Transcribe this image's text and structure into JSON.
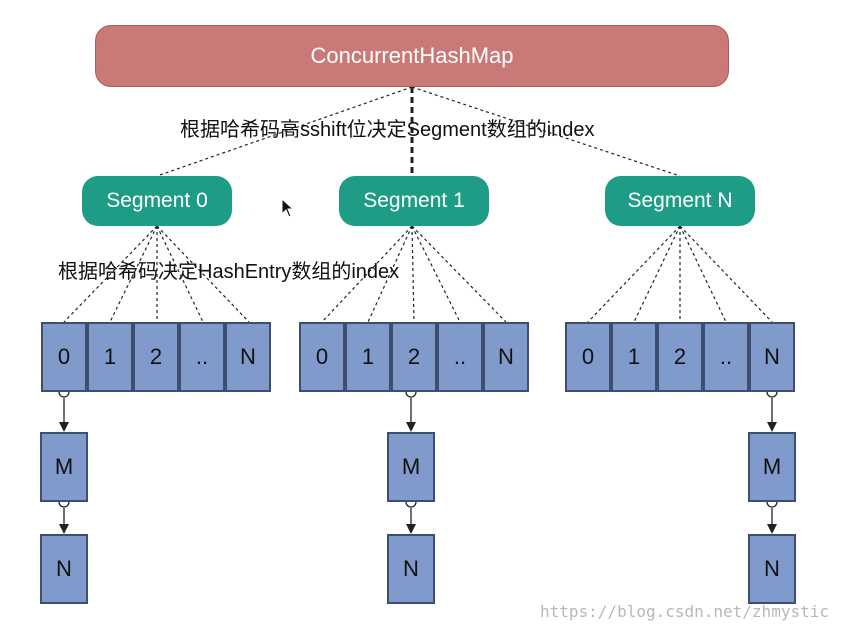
{
  "top": {
    "label": "ConcurrentHashMap"
  },
  "labels": {
    "segment_index": "根据哈希码高sshift位决定Segment数组的index",
    "entry_index": "根据哈希码决定HashEntry数组的index"
  },
  "segments": [
    {
      "label": "Segment 0",
      "cells": [
        "0",
        "1",
        "2",
        "..",
        "N"
      ],
      "chain": [
        "M",
        "N"
      ]
    },
    {
      "label": "Segment 1",
      "cells": [
        "0",
        "1",
        "2",
        "..",
        "N"
      ],
      "chain": [
        "M",
        "N"
      ]
    },
    {
      "label": "Segment N",
      "cells": [
        "0",
        "1",
        "2",
        "..",
        "N"
      ],
      "chain": [
        "M",
        "N"
      ]
    }
  ],
  "watermark": "https://blog.csdn.net/zhmystic",
  "colors": {
    "top_box": "#c97a78",
    "segment": "#1f9c86",
    "cell": "#7f9acb",
    "cell_border": "#3d4f6e"
  },
  "icons": {
    "cursor": "mouse-pointer-icon"
  }
}
